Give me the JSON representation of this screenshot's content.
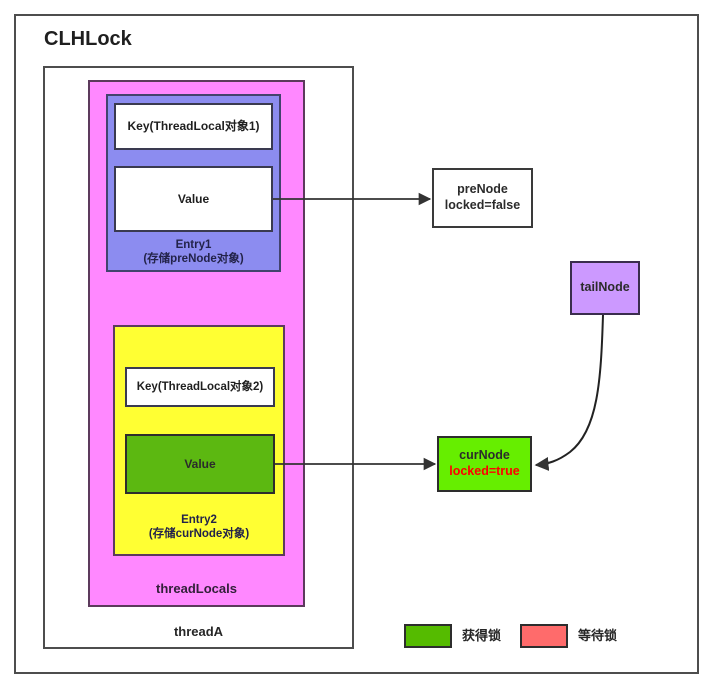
{
  "diagram": {
    "title": "CLHLock",
    "thread": {
      "label": "threadA",
      "thread_locals_label": "threadLocals"
    },
    "entry1": {
      "key_label": "Key(ThreadLocal对象1)",
      "value_label": "Value",
      "caption_line1": "Entry1",
      "caption_line2": "(存储preNode对象)",
      "fill": "#8C8CF0"
    },
    "entry2": {
      "key_label": "Key(ThreadLocal对象2)",
      "value_label": "Value",
      "caption_line1": "Entry2",
      "caption_line2": "(存储curNode对象)",
      "fill": "#FFFF33",
      "value_fill": "#5CB811"
    },
    "nodes": {
      "pre_node": {
        "title": "preNode",
        "state": "locked=false",
        "fill": "#FFFFFF"
      },
      "cur_node": {
        "title": "curNode",
        "state": "locked=true",
        "fill": "#66EE00",
        "state_color": "#FF0000"
      },
      "tail_node": {
        "title": "tailNode",
        "fill": "#CC99FF"
      }
    },
    "legend": {
      "acquired": {
        "label": "获得锁",
        "color": "#55BB00"
      },
      "waiting": {
        "label": "等待锁",
        "color": "#FF6B6B"
      }
    },
    "colors": {
      "thread_locals_fill": "#FF88FF",
      "frame_stroke": "#4D4D4D",
      "connector_stroke": "#333333"
    }
  }
}
